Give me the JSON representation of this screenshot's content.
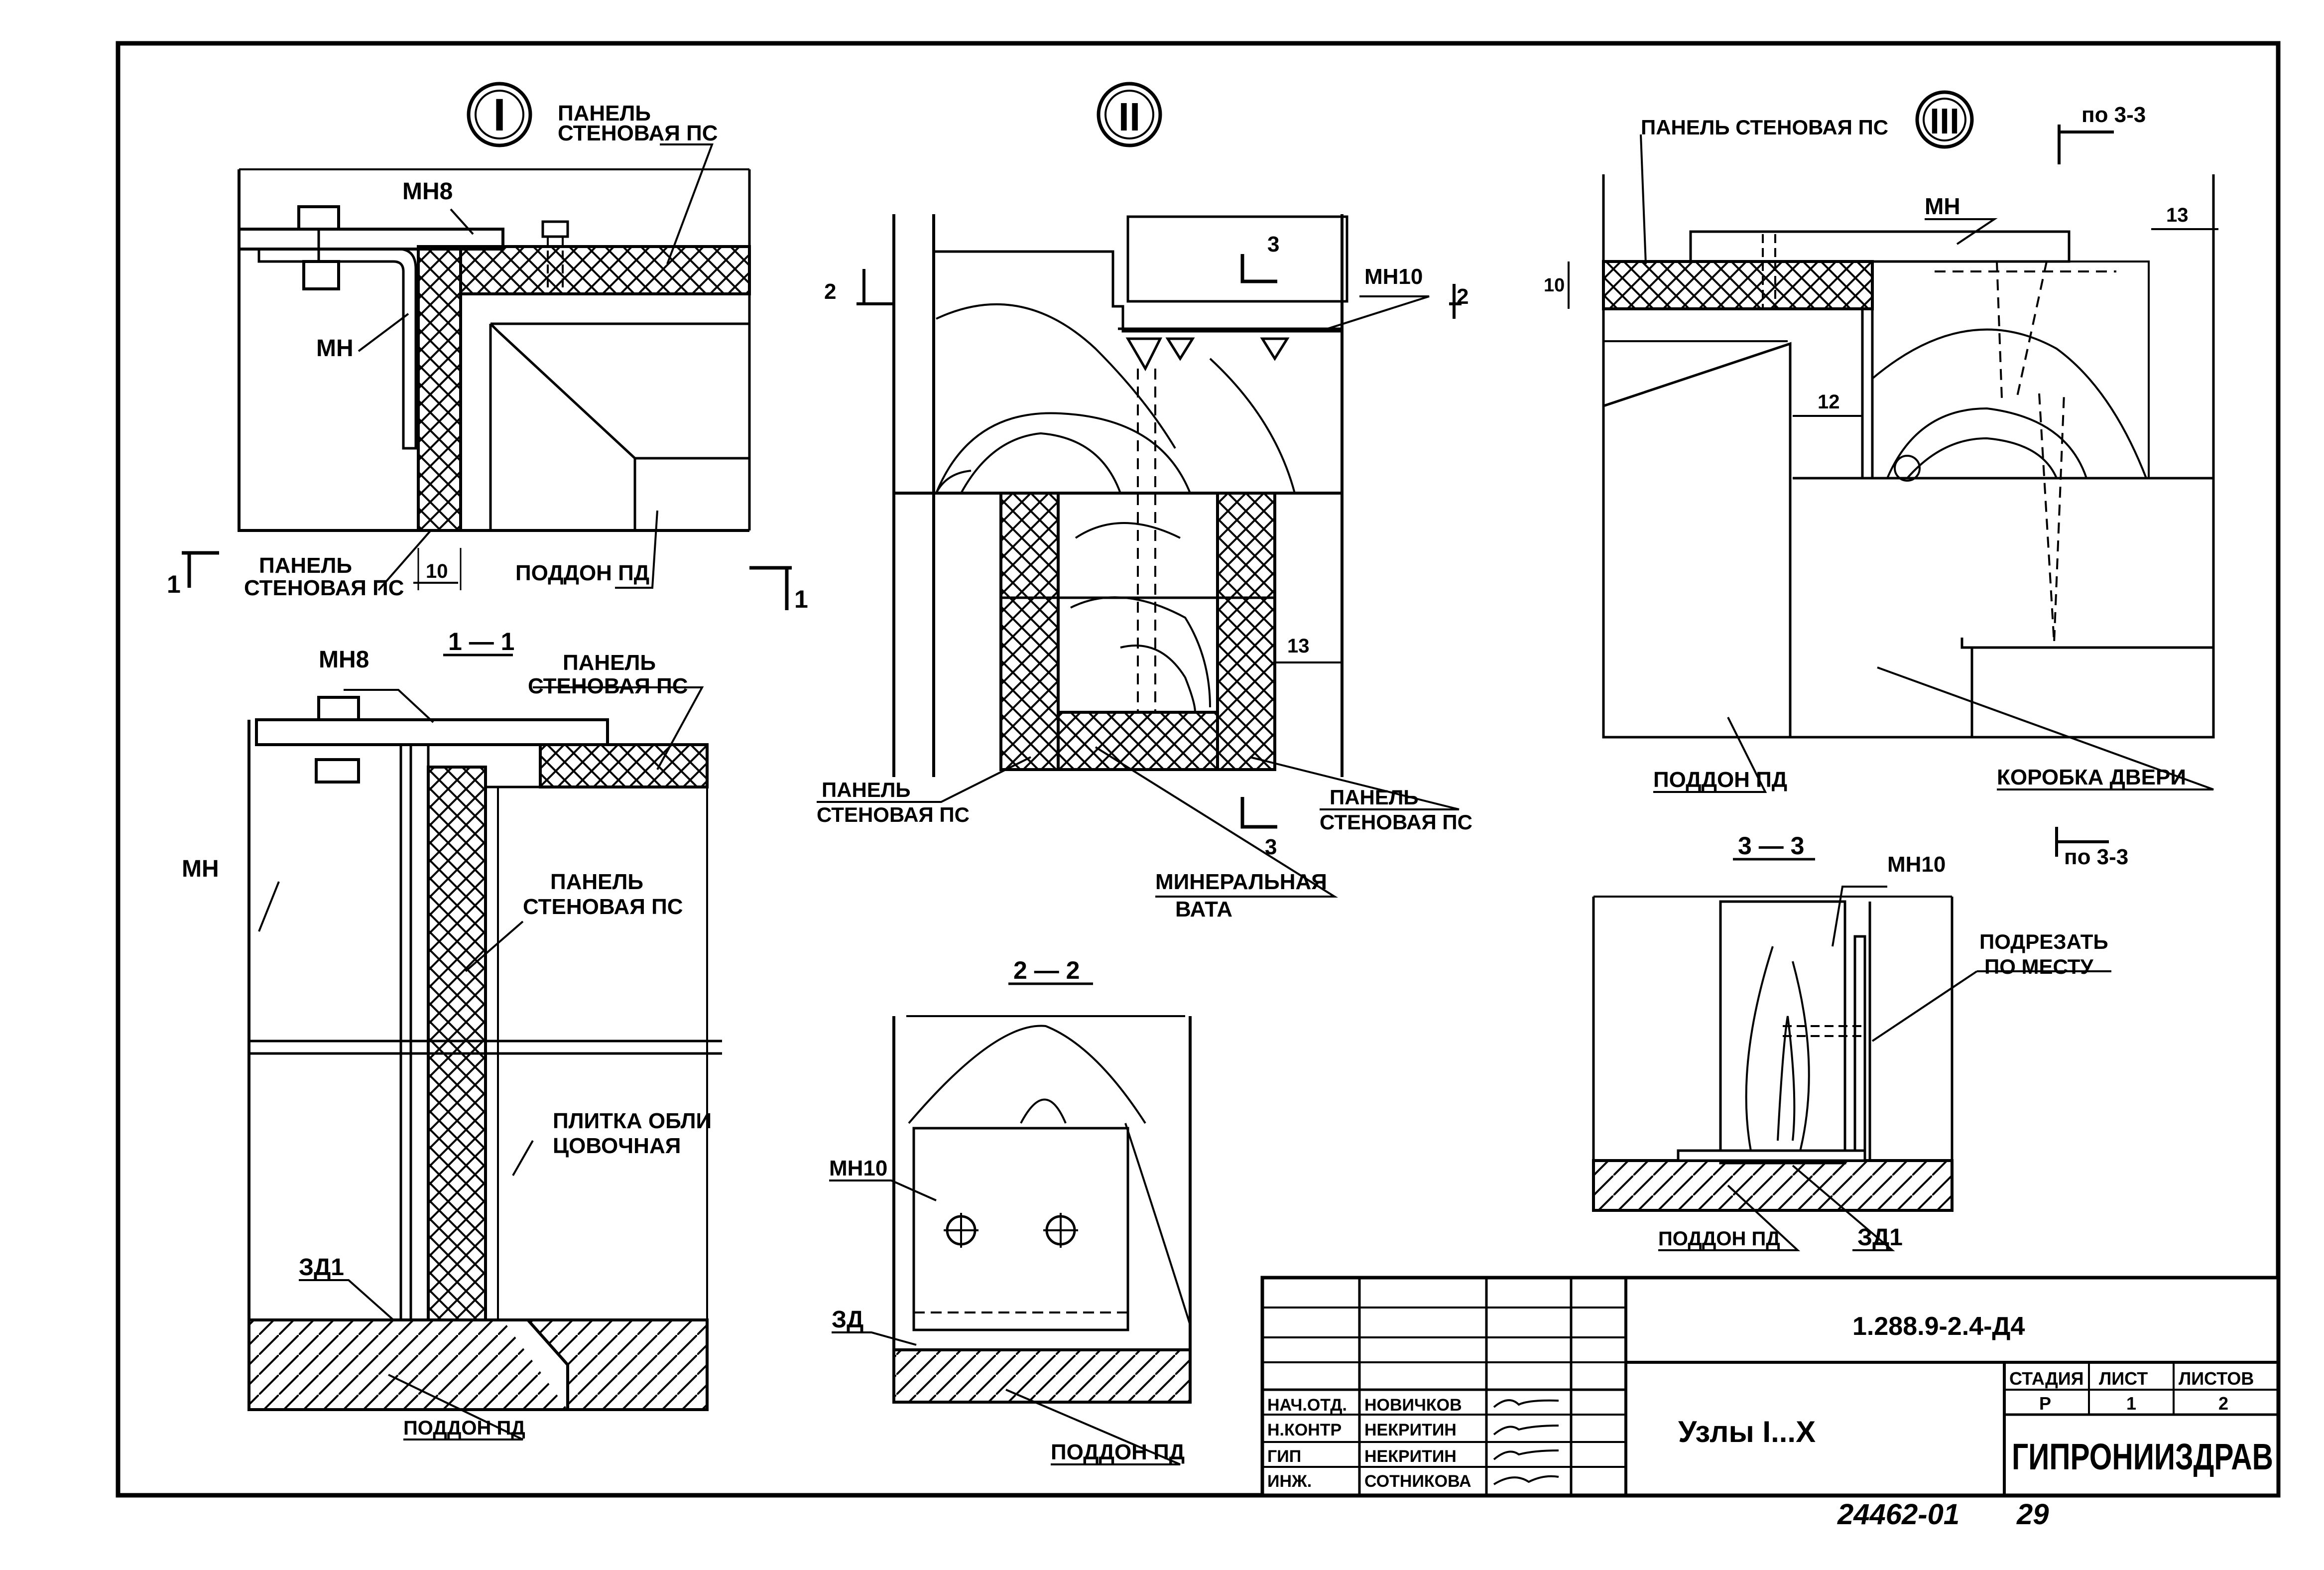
{
  "nodes": {
    "node1": {
      "label": "I",
      "panel_top": [
        "ПАНЕЛЬ",
        "СТЕНОВАЯ ПС"
      ],
      "mn8": "МН8",
      "mn": "МН",
      "panel_bottom": [
        "ПАНЕЛЬ",
        "СТЕНОВАЯ ПС"
      ],
      "dim_10": "10",
      "poddon": "ПОДДОН ПД",
      "cut_left": "1",
      "cut_right": "1"
    },
    "node2": {
      "label": "II",
      "mn10": "МН10",
      "cut_2_left": "2",
      "cut_2_right": "2",
      "cut_3_top": "3",
      "cut_3_bottom": "3",
      "dim_13": "13",
      "panel_left": [
        "ПАНЕЛЬ",
        "СТЕНОВАЯ ПС"
      ],
      "panel_right": [
        "ПАНЕЛЬ",
        "СТЕНОВАЯ ПС"
      ],
      "mineral_wool": [
        "МИНЕРАЛЬНАЯ",
        "ВАТА"
      ]
    },
    "node3": {
      "label": "III",
      "panel": "ПАНЕЛЬ СТЕНОВАЯ ПС",
      "mn": "МН",
      "dim_13": "13",
      "dim_10": "10",
      "dim_12": "12",
      "poddon": "ПОДДОН ПД",
      "door_frame": "КОРОБКА ДВЕРИ",
      "section_ref_top": "по 3-3",
      "section_ref_bottom": "по 3-3"
    }
  },
  "sections": {
    "s11": {
      "title": "1 — 1",
      "mn8": "МН8",
      "panel_top": [
        "ПАНЕЛЬ",
        "СТЕНОВАЯ ПС"
      ],
      "mn": "МН",
      "panel_mid": [
        "ПАНЕЛЬ",
        "СТЕНОВАЯ ПС"
      ],
      "tile": [
        "ПЛИТКА ОБЛИ",
        "ЦОВОЧНАЯ"
      ],
      "zd1": "ЗД1",
      "poddon": "ПОДДОН ПД"
    },
    "s22": {
      "title": "2 — 2",
      "mn10": "МН10",
      "zd": "ЗД",
      "poddon": "ПОДДОН ПД"
    },
    "s33": {
      "title": "3 — 3",
      "mn10": "МН10",
      "trim": [
        "ПОДРЕЗАТЬ",
        "ПО МЕСТУ"
      ],
      "poddon": "ПОДДОН ПД",
      "zd1": "ЗД1"
    }
  },
  "title_block": {
    "doc_code": "1.288.9-2.4-Д4",
    "roles": [
      "НАЧ.ОТД.",
      "Н.КОНТР",
      "ГИП",
      "ИНЖ."
    ],
    "names": [
      "НОВИЧКОВ",
      "НЕКРИТИН",
      "НЕКРИТИН",
      "СОТНИКОВА"
    ],
    "drawing_title": "Узлы I...X",
    "stage_header": "СТАДИЯ",
    "sheet_header": "ЛИСТ",
    "sheets_header": "ЛИСТОВ",
    "stage": "Р",
    "sheet": "1",
    "sheets": "2",
    "organization": "ГИПРОНИИЗДРАВ"
  },
  "footer": {
    "inventory": "24462-01",
    "page": "29"
  }
}
